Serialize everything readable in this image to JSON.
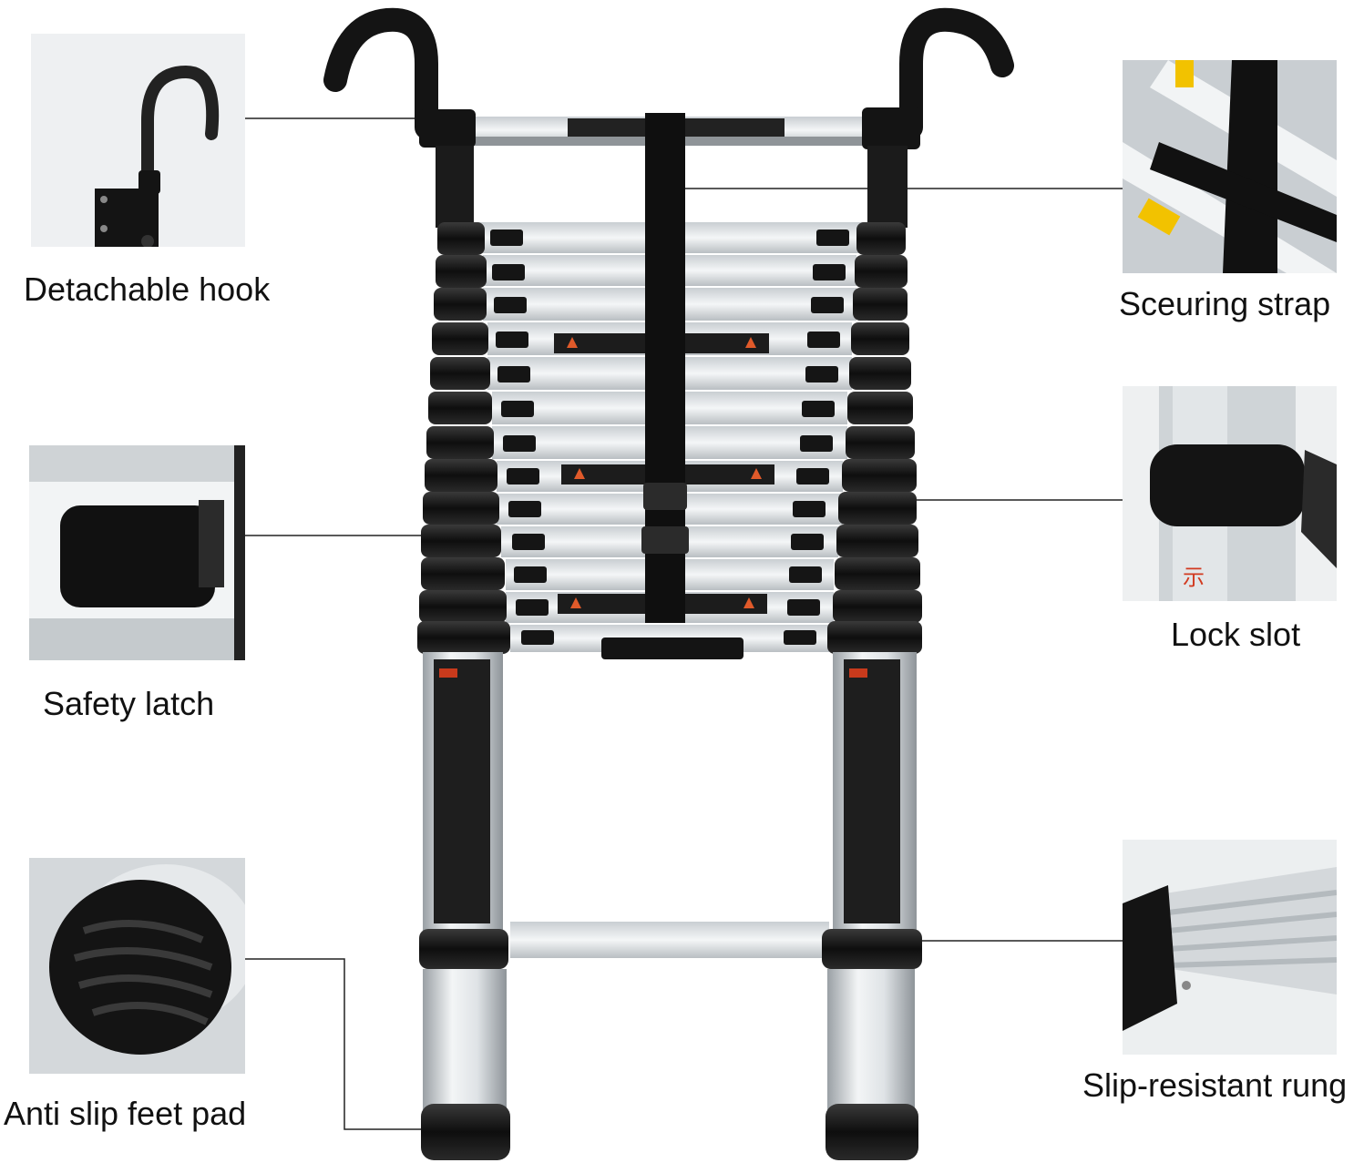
{
  "callouts": {
    "detachable_hook": "Detachable hook",
    "securing_strap": "Sceuring strap",
    "safety_latch": "Safety latch",
    "lock_slot": "Lock slot",
    "anti_slip_feet": "Anti slip feet pad",
    "slip_resistant_rung": "Slip-resistant rung"
  },
  "colors": {
    "aluminium": "#d9dde0",
    "rubber": "#141414",
    "warning_red": "#d23a1f",
    "caution_yellow": "#f2c200"
  },
  "icons": {
    "hook": "hook-icon",
    "strap": "strap-icon",
    "latch": "latch-icon",
    "lock": "lock-slot-icon",
    "foot": "foot-pad-icon",
    "rung": "rung-icon"
  }
}
